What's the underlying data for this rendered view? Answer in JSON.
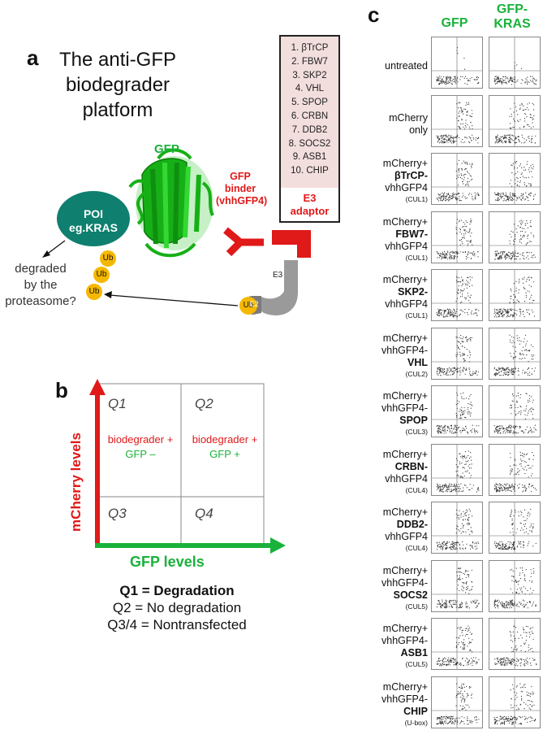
{
  "panel_a": {
    "letter": "a",
    "title_lines": [
      "The anti-GFP",
      "biodegrader",
      "platform"
    ],
    "gfp_label": "GFP",
    "binder_lines": [
      "GFP",
      "binder",
      "(vhhGFP4)"
    ],
    "poi_lines": [
      "POI",
      "eg.KRAS"
    ],
    "ub": "Ub",
    "e2": "E2",
    "e3": "E3",
    "degraded_lines": [
      "degraded",
      "by the",
      "proteasome?"
    ],
    "e3_list": [
      "1. βTrCP",
      "2. FBW7",
      "3. SKP2",
      "4. VHL",
      "5. SPOP",
      "6. CRBN",
      "7. DDB2",
      "8. SOCS2",
      "9. ASB1",
      "10. CHIP"
    ],
    "e3_adaptor_lines": [
      "E3",
      "adaptor"
    ]
  },
  "panel_b": {
    "letter": "b",
    "y_axis": "mCherry levels",
    "x_axis": "GFP levels",
    "q1": "Q1",
    "q2": "Q2",
    "q3": "Q3",
    "q4": "Q4",
    "q1_red": "biodegrader +",
    "q1_green": "GFP –",
    "q2_red": "biodegrader +",
    "q2_green": "GFP +",
    "legend1": "Q1 = Degradation",
    "legend2": "Q2 = No degradation",
    "legend3": "Q3/4 = Nontransfected"
  },
  "panel_c": {
    "letter": "c",
    "col1": "GFP",
    "col2_lines": [
      "GFP-",
      "KRAS"
    ],
    "rows": [
      {
        "l1": "untreated",
        "l2": "",
        "l3": "",
        "l4": "",
        "cul": ""
      },
      {
        "l1": "mCherry",
        "l2": "only",
        "l3": "",
        "l4": "",
        "cul": ""
      },
      {
        "l1": "mCherry+",
        "l2": "βTrCP-",
        "l3": "vhhGFP4",
        "l4": "",
        "cul": "(CUL1)"
      },
      {
        "l1": "mCherry+",
        "l2": "FBW7-",
        "l3": "vhhGFP4",
        "l4": "",
        "cul": "(CUL1)"
      },
      {
        "l1": "mCherry+",
        "l2": "SKP2-",
        "l3": "vhhGFP4",
        "l4": "",
        "cul": "(CUL1)"
      },
      {
        "l1": "mCherry+",
        "l2": "vhhGFP4-",
        "l3": "VHL",
        "l4": "",
        "cul": "(CUL2)"
      },
      {
        "l1": "mCherry+",
        "l2": "vhhGFP4-",
        "l3": "SPOP",
        "l4": "",
        "cul": "(CUL3)"
      },
      {
        "l1": "mCherry+",
        "l2": "CRBN-",
        "l3": "vhhGFP4",
        "l4": "",
        "cul": "(CUL4)"
      },
      {
        "l1": "mCherry+",
        "l2": "DDB2-",
        "l3": "vhhGFP4",
        "l4": "",
        "cul": "(CUL4)"
      },
      {
        "l1": "mCherry+",
        "l2": "vhhGFP4-",
        "l3": "SOCS2",
        "l4": "",
        "cul": "(CUL5)"
      },
      {
        "l1": "mCherry+",
        "l2": "vhhGFP4-",
        "l3": "ASB1",
        "l4": "",
        "cul": "(CUL5)"
      },
      {
        "l1": "mCherry+",
        "l2": "vhhGFP4-",
        "l3": "CHIP",
        "l4": "",
        "cul": "(U-box)"
      }
    ]
  }
}
